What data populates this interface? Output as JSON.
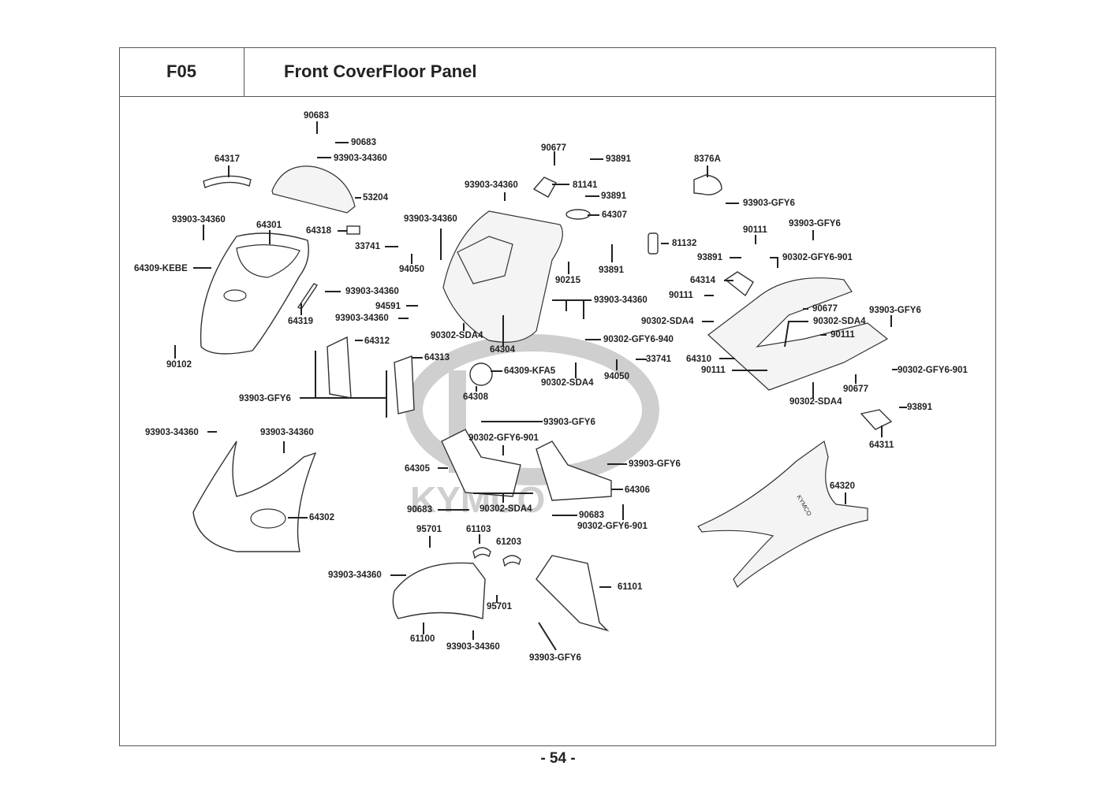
{
  "header": {
    "section_code": "F05",
    "title": "Front CoverFloor Panel"
  },
  "watermark": "KYMCO",
  "footer": {
    "page_number": "- 54 -"
  },
  "parts": [
    {
      "id": "p1",
      "number": "90683"
    },
    {
      "id": "p2",
      "number": "90683"
    },
    {
      "id": "p3",
      "number": "93903-34360"
    },
    {
      "id": "p4",
      "number": "64317"
    },
    {
      "id": "p5",
      "number": "53204"
    },
    {
      "id": "p6",
      "number": "64318"
    },
    {
      "id": "p7",
      "number": "93903-34360"
    },
    {
      "id": "p8",
      "number": "64301"
    },
    {
      "id": "p9",
      "number": "64309-KEBE"
    },
    {
      "id": "p10",
      "number": "33741"
    },
    {
      "id": "p11",
      "number": "94050"
    },
    {
      "id": "p12",
      "number": "93903-34360"
    },
    {
      "id": "p13",
      "number": "64319"
    },
    {
      "id": "p14",
      "number": "94591"
    },
    {
      "id": "p15",
      "number": "93903-34360"
    },
    {
      "id": "p16",
      "number": "90102"
    },
    {
      "id": "p17",
      "number": "64312"
    },
    {
      "id": "p18",
      "number": "64313"
    },
    {
      "id": "p19",
      "number": "93903-GFY6"
    },
    {
      "id": "p20",
      "number": "90677"
    },
    {
      "id": "p21",
      "number": "93891"
    },
    {
      "id": "p22",
      "number": "93903-34360"
    },
    {
      "id": "p23",
      "number": "81141"
    },
    {
      "id": "p24",
      "number": "93891"
    },
    {
      "id": "p25",
      "number": "64307"
    },
    {
      "id": "p26",
      "number": "93903-34360"
    },
    {
      "id": "p27",
      "number": "90215"
    },
    {
      "id": "p28",
      "number": "93891"
    },
    {
      "id": "p29",
      "number": "81132"
    },
    {
      "id": "p30",
      "number": "93903-34360"
    },
    {
      "id": "p31",
      "number": "90302-SDA4"
    },
    {
      "id": "p32",
      "number": "64304"
    },
    {
      "id": "p33",
      "number": "90302-GFY6-940"
    },
    {
      "id": "p34",
      "number": "33741"
    },
    {
      "id": "p35",
      "number": "94050"
    },
    {
      "id": "p36",
      "number": "64309-KFA5"
    },
    {
      "id": "p37",
      "number": "90302-SDA4"
    },
    {
      "id": "p38",
      "number": "64308"
    },
    {
      "id": "p39",
      "number": "8376A"
    },
    {
      "id": "p40",
      "number": "93903-GFY6"
    },
    {
      "id": "p41",
      "number": "90111"
    },
    {
      "id": "p42",
      "number": "93903-GFY6"
    },
    {
      "id": "p43",
      "number": "93891"
    },
    {
      "id": "p44",
      "number": "90302-GFY6-901"
    },
    {
      "id": "p45",
      "number": "64314"
    },
    {
      "id": "p46",
      "number": "90111"
    },
    {
      "id": "p47",
      "number": "90677"
    },
    {
      "id": "p48",
      "number": "93903-GFY6"
    },
    {
      "id": "p49",
      "number": "90302-SDA4"
    },
    {
      "id": "p50",
      "number": "90302-SDA4"
    },
    {
      "id": "p51",
      "number": "90111"
    },
    {
      "id": "p52",
      "number": "64310"
    },
    {
      "id": "p53",
      "number": "90111"
    },
    {
      "id": "p54",
      "number": "90302-GFY6-901"
    },
    {
      "id": "p55",
      "number": "90677"
    },
    {
      "id": "p56",
      "number": "90302-SDA4"
    },
    {
      "id": "p57",
      "number": "93891"
    },
    {
      "id": "p58",
      "number": "64311"
    },
    {
      "id": "p59",
      "number": "93903-34360"
    },
    {
      "id": "p60",
      "number": "93903-34360"
    },
    {
      "id": "p61",
      "number": "64302"
    },
    {
      "id": "p62",
      "number": "93903-GFY6"
    },
    {
      "id": "p63",
      "number": "90302-GFY6-901"
    },
    {
      "id": "p64",
      "number": "93903-GFY6"
    },
    {
      "id": "p65",
      "number": "64305"
    },
    {
      "id": "p66",
      "number": "64306"
    },
    {
      "id": "p67",
      "number": "90302-SDA4"
    },
    {
      "id": "p68",
      "number": "90683"
    },
    {
      "id": "p69",
      "number": "90683"
    },
    {
      "id": "p70",
      "number": "90302-GFY6-901"
    },
    {
      "id": "p71",
      "number": "64320"
    },
    {
      "id": "p72",
      "number": "95701"
    },
    {
      "id": "p73",
      "number": "61103"
    },
    {
      "id": "p74",
      "number": "61203"
    },
    {
      "id": "p75",
      "number": "93903-34360"
    },
    {
      "id": "p76",
      "number": "61101"
    },
    {
      "id": "p77",
      "number": "95701"
    },
    {
      "id": "p78",
      "number": "61100"
    },
    {
      "id": "p79",
      "number": "93903-34360"
    },
    {
      "id": "p80",
      "number": "93903-GFY6"
    }
  ]
}
